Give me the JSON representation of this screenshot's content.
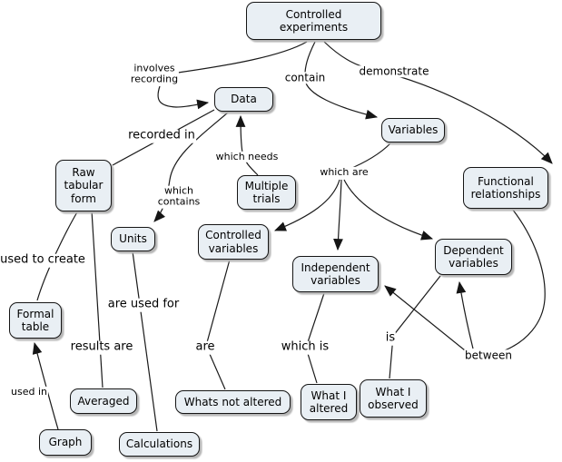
{
  "diagram": {
    "title": "Controlled experiments concept map",
    "colors": {
      "background": "#ffffff",
      "node_fill": "#e9eff4",
      "node_border": "#151515",
      "line": "#1a1a1a"
    },
    "nodes": {
      "controlled_experiments": "Controlled\nexperiments",
      "data": "Data",
      "variables": "Variables",
      "functional_relationships": "Functional\nrelationships",
      "raw_tabular_form": "Raw\ntabular\nform",
      "multiple_trials": "Multiple\ntrials",
      "units": "Units",
      "controlled_variables": "Controlled\nvariables",
      "independent_variables": "Independent\nvariables",
      "dependent_variables": "Dependent\nvariables",
      "formal_table": "Formal\ntable",
      "averaged": "Averaged",
      "whats_not_altered": "Whats not altered",
      "what_i_altered": "What I\naltered",
      "what_i_observed": "What I\nobserved",
      "graph": "Graph",
      "calculations": "Calculations"
    },
    "edge_labels": {
      "involves_recording": "involves\nrecording",
      "contain": "contain",
      "demonstrate": "demonstrate",
      "recorded_in": "recorded in",
      "which_needs": "which needs",
      "which_contains": "which\ncontains",
      "which_are": "which are",
      "used_to_create": "used to create",
      "are_used_for": "are used for",
      "results_are": "results are",
      "used_in": "used in",
      "are": "are",
      "which_is": "which is",
      "is": "is",
      "between": "between"
    }
  }
}
